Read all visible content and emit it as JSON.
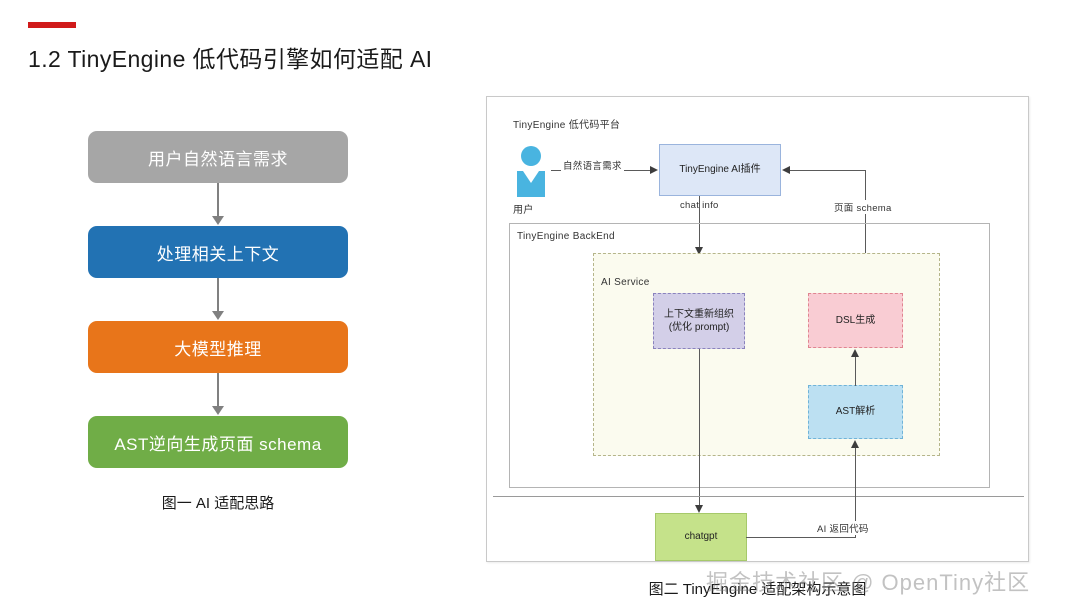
{
  "page": {
    "title": "1.2 TinyEngine 低代码引擎如何适配 AI",
    "accent_color": "#d01a1a"
  },
  "flowchart": {
    "caption": "图一  AI 适配思路",
    "steps": [
      {
        "label": "用户自然语言需求",
        "color": "#a6a6a6"
      },
      {
        "label": "处理相关上下文",
        "color": "#2272b3"
      },
      {
        "label": "大模型推理",
        "color": "#e8751a"
      },
      {
        "label": "AST逆向生成页面 schema",
        "color": "#70ad47"
      }
    ]
  },
  "architecture": {
    "caption": "图二  TinyEngine 适配架构示意图",
    "watermark": "掘金技术社区 @ OpenTiny社区",
    "containers": {
      "platform_label": "TinyEngine 低代码平台",
      "backend_label": "TinyEngine  BackEnd",
      "ai_service_label": "AI Service"
    },
    "actor": {
      "label": "用户",
      "icon": "user-avatar-icon"
    },
    "nodes": {
      "plugin": "TinyEngine AI插件",
      "context": "上下文重新组织(优化 prompt)",
      "dsl": "DSL生成",
      "ast": "AST解析",
      "chatgpt": "chatgpt"
    },
    "edges": {
      "nl_request": "自然语言需求",
      "chat_info": "chat info",
      "page_schema": "页面 schema",
      "ai_return_code": "AI 返回代码"
    },
    "colors": {
      "plugin_fill": "#dde7f7",
      "context_fill": "#d3cfe8",
      "dsl_fill": "#f9ccd3",
      "ast_fill": "#bce0f2",
      "chatgpt_fill": "#c5e28a",
      "ai_service_fill": "#fbfbef"
    }
  }
}
